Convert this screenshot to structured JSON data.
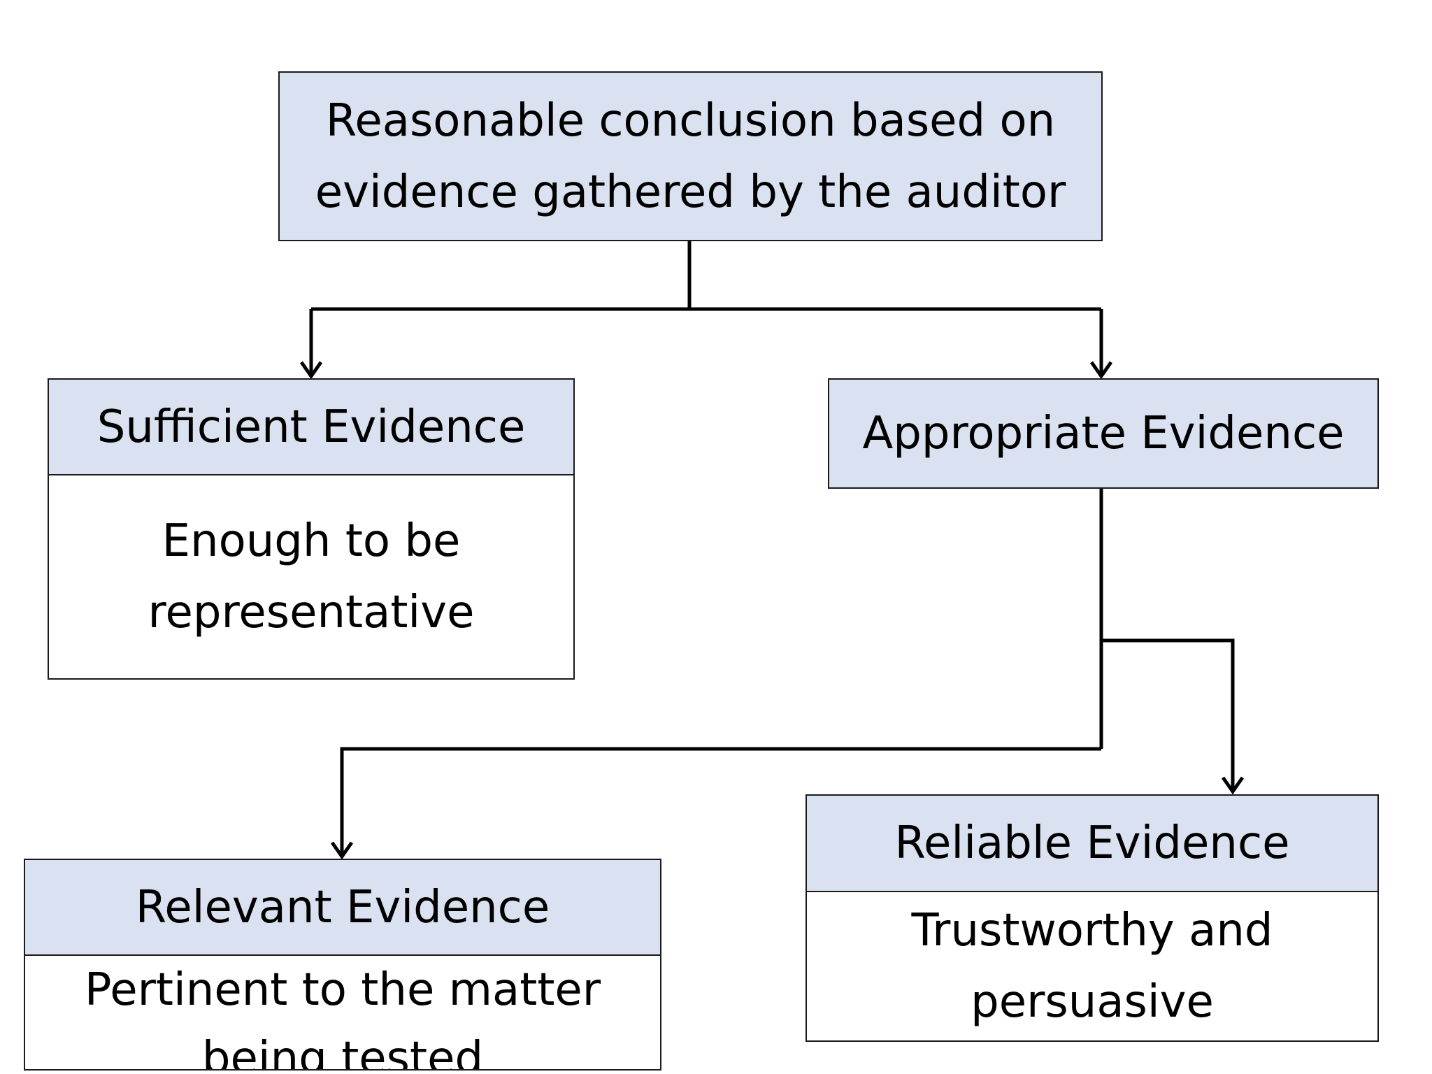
{
  "colors": {
    "header_fill": "#dae1f0",
    "border": "#1a1a1a",
    "connector": "#000000",
    "background": "#ffffff"
  },
  "nodes": {
    "root": {
      "title": "Reasonable conclusion based on\nevidence gathered by the auditor"
    },
    "sufficient": {
      "title": "Sufficient Evidence",
      "description": "Enough to be\nrepresentative"
    },
    "appropriate": {
      "title": "Appropriate Evidence"
    },
    "relevant": {
      "title": "Relevant Evidence",
      "description": "Pertinent to the matter\nbeing tested"
    },
    "reliable": {
      "title": "Reliable Evidence",
      "description": "Trustworthy and\npersuasive"
    }
  },
  "edges": [
    {
      "from": "root",
      "to": "sufficient"
    },
    {
      "from": "root",
      "to": "appropriate"
    },
    {
      "from": "appropriate",
      "to": "relevant"
    },
    {
      "from": "appropriate",
      "to": "reliable"
    }
  ]
}
